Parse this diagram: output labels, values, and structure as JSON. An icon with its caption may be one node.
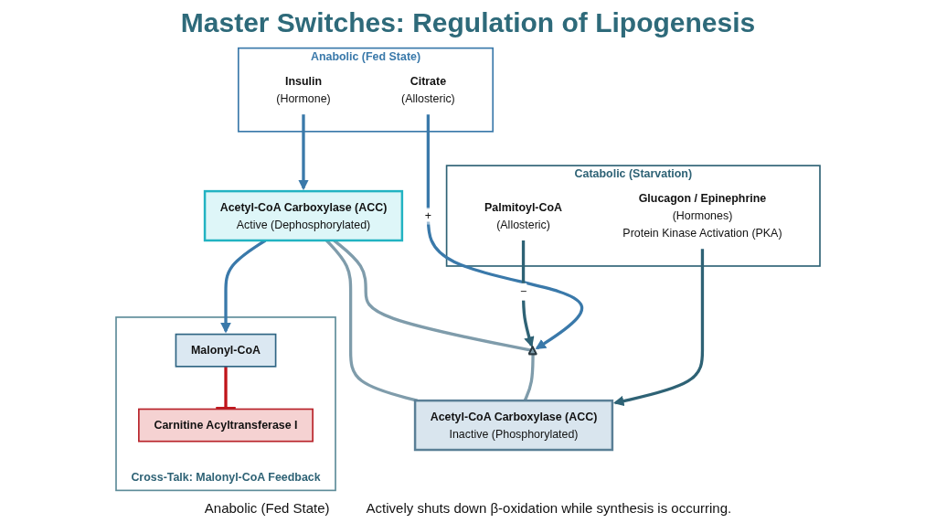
{
  "diagram": {
    "title": "Master Switches: Regulation of Lipogenesis",
    "nodes": [
      {
        "text": [
          "Anabolic (Fed State)"
        ]
      },
      {
        "text": [
          "Insulin",
          "(Hormone)"
        ],
        "in": 0
      },
      {
        "text": [
          "Citrate",
          "(Allosteric)"
        ],
        "in": 0
      },
      {
        "text": [
          "Catabolic (Starvation)"
        ]
      },
      {
        "text": [
          "Palmitoyl-CoA",
          "(Allosteric)"
        ],
        "in": 3
      },
      {
        "text": [
          "Glucagon / Epinephrine",
          "(Hormones)",
          "Protein Kinase Activation (PKA)"
        ],
        "in": 3
      },
      {
        "text": [
          "Acetyl-CoA Carboxylase (ACC)",
          "Active (Dephosphorylated)"
        ]
      },
      {
        "text": [],
        "shape": "triangle"
      },
      {
        "text": [
          "Acetyl-CoA Carboxylase (ACC)",
          "Inactive (Phosphorylated)"
        ]
      },
      {
        "text": [
          "Cross-Talk: Malonyl-CoA Feedback"
        ]
      },
      {
        "text": [
          "Malonyl-CoA"
        ],
        "in": 9
      },
      {
        "text": [
          "Carnitine Acyltransferase I"
        ],
        "in": 9
      }
    ],
    "edges": [
      {
        "from": 1,
        "to": 6,
        "arrow": "to",
        "color": "#3a79aa"
      },
      {
        "from": 2,
        "to": 7,
        "arrow": "to",
        "label": "+",
        "color": "#3a79aa"
      },
      {
        "from": 4,
        "to": 7,
        "arrow": "to",
        "label": "−",
        "color": "#2e6275"
      },
      {
        "from": 5,
        "to": 8,
        "arrow": "to",
        "color": "#2e6275"
      },
      {
        "from": 6,
        "to": 7,
        "arrow": "none",
        "color": "#7f9cab"
      },
      {
        "from": 7,
        "to": 8,
        "arrow": "none",
        "color": "#7f9cab"
      },
      {
        "from": 6,
        "to": 8,
        "arrow": "none",
        "color": "#7f9cab"
      },
      {
        "from": 6,
        "to": 10,
        "arrow": "to",
        "color": "#3a79aa"
      },
      {
        "from": 10,
        "to": 11,
        "arrow": "other",
        "color": "#c0141a"
      }
    ],
    "labels": [
      "Anabolic (Fed State)",
      "Actively shuts down β-oxidation while synthesis is occurring."
    ]
  }
}
